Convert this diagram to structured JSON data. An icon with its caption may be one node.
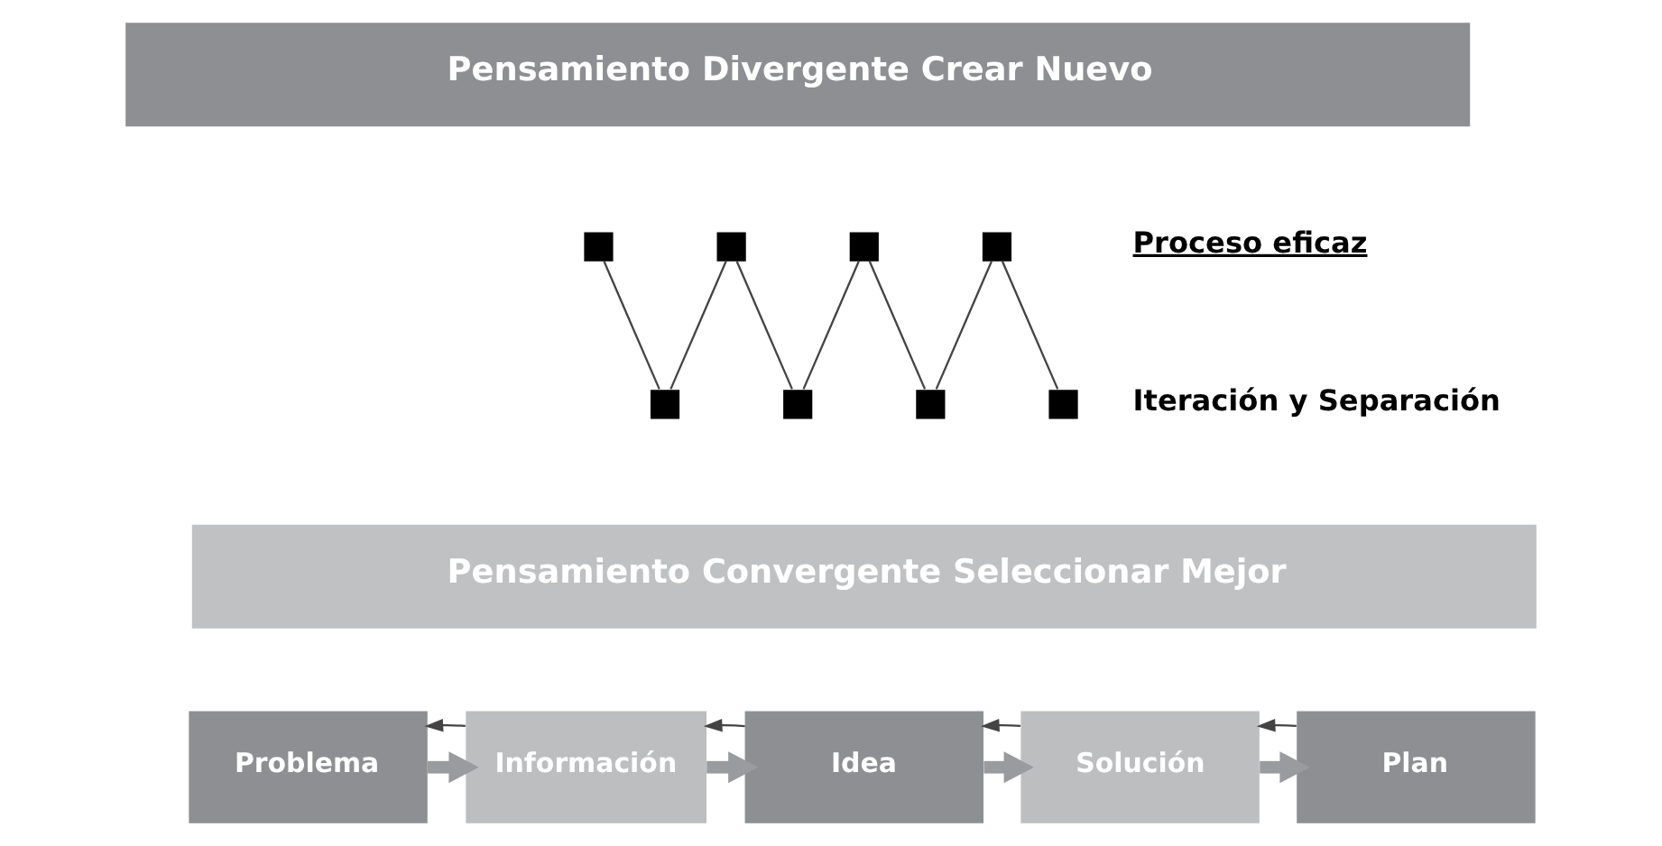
{
  "diagram": {
    "nodes": [
      {
        "text": [
          "Pensamiento Divergente Crear Nuevo"
        ]
      },
      {
        "text": [
          "Pensamiento Convergente Seleccionar Mejor"
        ]
      },
      {
        "text": [],
        "shape": "box"
      },
      {
        "text": [],
        "shape": "box"
      },
      {
        "text": [],
        "shape": "box"
      },
      {
        "text": [],
        "shape": "box"
      },
      {
        "text": [],
        "shape": "box"
      },
      {
        "text": [],
        "shape": "box"
      },
      {
        "text": [],
        "shape": "box"
      },
      {
        "text": [],
        "shape": "box"
      },
      {
        "text": [
          "Problema"
        ]
      },
      {
        "text": [
          "Información"
        ]
      },
      {
        "text": [
          "Idea"
        ]
      },
      {
        "text": [
          "Solución"
        ]
      },
      {
        "text": [
          "Plan"
        ]
      }
    ],
    "edges": [
      {
        "from": 2,
        "to": 3,
        "arrow": "none"
      },
      {
        "from": 3,
        "to": 4,
        "arrow": "none"
      },
      {
        "from": 4,
        "to": 5,
        "arrow": "none"
      },
      {
        "from": 5,
        "to": 6,
        "arrow": "none"
      },
      {
        "from": 6,
        "to": 7,
        "arrow": "none"
      },
      {
        "from": 7,
        "to": 8,
        "arrow": "none"
      },
      {
        "from": 8,
        "to": 9,
        "arrow": "none"
      },
      {
        "from": 10,
        "to": 11,
        "arrow": "to",
        "style": "thick"
      },
      {
        "from": 11,
        "to": 12,
        "arrow": "to",
        "style": "thick"
      },
      {
        "from": 12,
        "to": 13,
        "arrow": "to",
        "style": "thick"
      },
      {
        "from": 13,
        "to": 14,
        "arrow": "to",
        "style": "thick"
      },
      {
        "from": 11,
        "to": 10,
        "arrow": "to"
      },
      {
        "from": 12,
        "to": 11,
        "arrow": "to"
      },
      {
        "from": 13,
        "to": 12,
        "arrow": "to"
      },
      {
        "from": 14,
        "to": 13,
        "arrow": "to"
      }
    ],
    "labels": [
      "Proceso eficaz",
      "Iteración y Separación"
    ]
  }
}
